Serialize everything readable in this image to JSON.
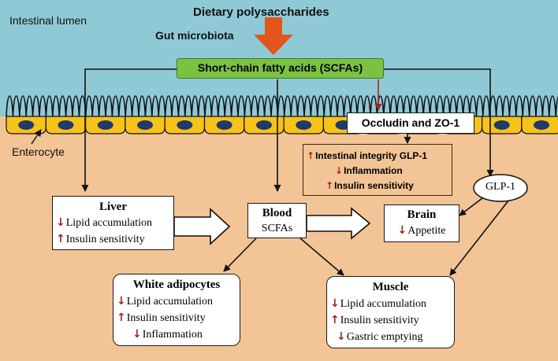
{
  "labels": {
    "intestinal_lumen": "Intestinal lumen",
    "dietary_polysaccharides": "Dietary polysaccharides",
    "gut_microbiota": "Gut microbiota",
    "enterocyte": "Enterocyte"
  },
  "scfa_box": "Short-chain fatty acids (SCFAs)",
  "occludin_box": "Occludin and ZO-1",
  "integrity_box": {
    "lines": [
      {
        "arrow": "↑",
        "text": "Intestinal integrity GLP-1"
      },
      {
        "arrow": "↓",
        "text": "Inflammation"
      },
      {
        "arrow": "↑",
        "text": "Insulin sensitivity"
      }
    ]
  },
  "glp1": "GLP-1",
  "liver": {
    "title": "Liver",
    "lines": [
      {
        "arrow": "↓",
        "text": "Lipid accumulation"
      },
      {
        "arrow": "↑",
        "text": "Insulin sensitivity"
      }
    ]
  },
  "blood": {
    "title": "Blood",
    "subtitle": "SCFAs"
  },
  "brain": {
    "title": "Brain",
    "lines": [
      {
        "arrow": "↓",
        "text": "Appetite"
      }
    ]
  },
  "white_adipocytes": {
    "title": "White adipocytes",
    "lines": [
      {
        "arrow": "↓",
        "text": "Lipid accumulation"
      },
      {
        "arrow": "↑",
        "text": "Insulin sensitivity"
      },
      {
        "arrow": "↓",
        "text": "Inflammation"
      }
    ]
  },
  "muscle": {
    "title": "Muscle",
    "lines": [
      {
        "arrow": "↓",
        "text": "Lipid accumulation"
      },
      {
        "arrow": "↑",
        "text": "Insulin sensitivity"
      },
      {
        "arrow": "↓",
        "text": "Gastric emptying"
      }
    ]
  },
  "colors": {
    "lumen": "#8fc9d6",
    "tissue": "#f2c496",
    "enterocyte": "#f7c21a",
    "nucleus": "#1f3a6b",
    "scfa_box": "#7cc242",
    "input_arrow": "#e2561c",
    "red_arrow": "#b01e1e"
  }
}
